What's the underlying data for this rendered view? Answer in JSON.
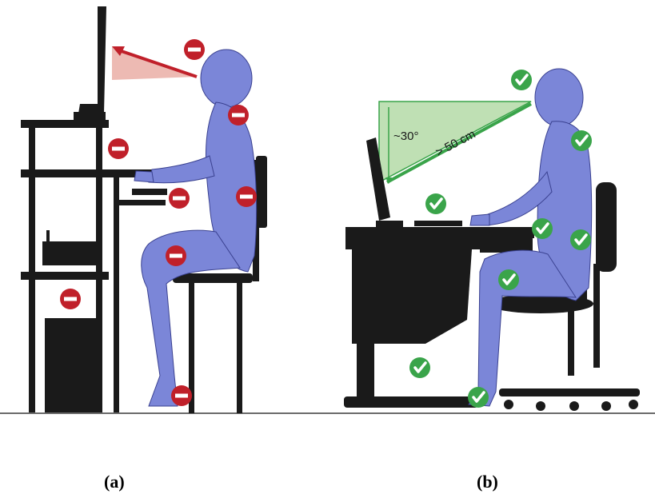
{
  "panels": {
    "a": {
      "caption": "(a)",
      "marker": "no-entry-icon"
    },
    "b": {
      "caption": "(b)",
      "marker": "check-icon",
      "angle_label": "~30°",
      "distance_label": "> 50 cm"
    }
  },
  "colors": {
    "figure": "#7b86d8",
    "furniture": "#1a1a1a",
    "bad_marker": "#c0202a",
    "good_marker": "#3aa44a",
    "bad_sightline": "#e9a9a0",
    "good_sightline": "#bfe0b4"
  }
}
